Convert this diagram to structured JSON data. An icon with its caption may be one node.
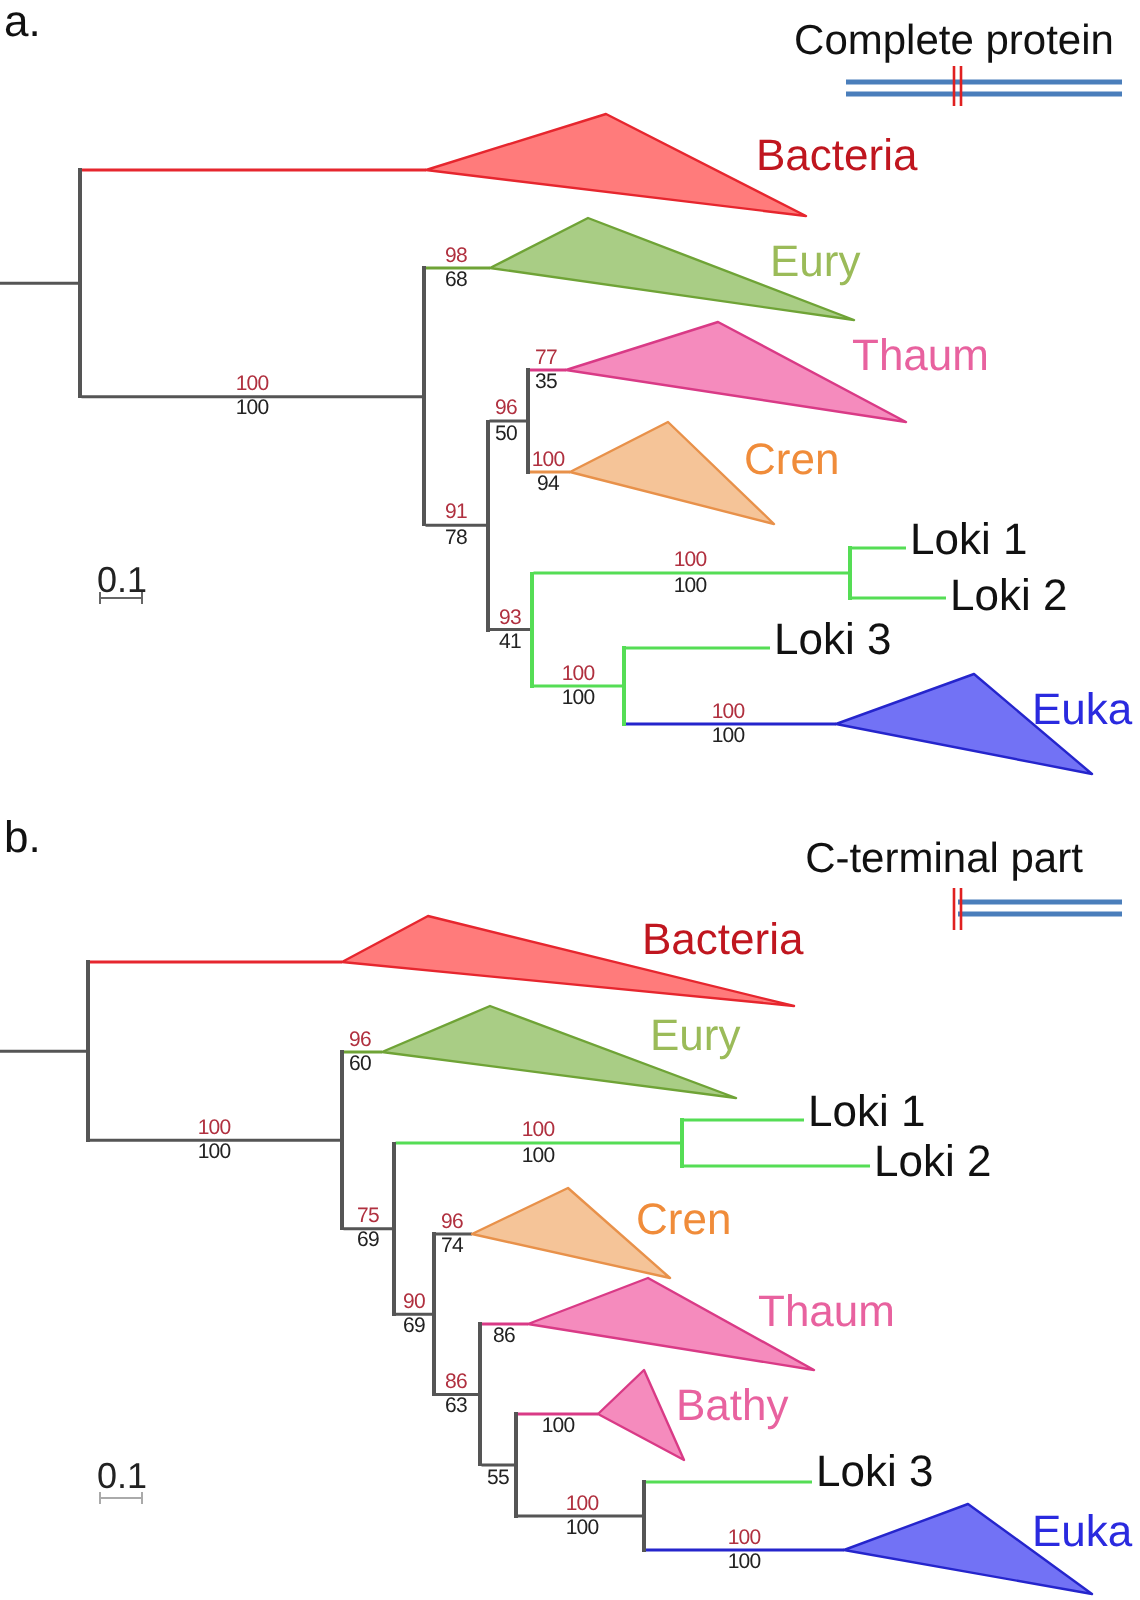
{
  "diagram": {
    "nodes": [
      {
        "text": [],
        "shape": "bar"
      },
      {
        "text": [
          "Bacteria"
        ]
      },
      {
        "text": [],
        "shape": "bar"
      },
      {
        "text": [
          "Eury"
        ]
      },
      {
        "text": [],
        "shape": "bar"
      },
      {
        "text": [],
        "shape": "bar"
      },
      {
        "text": [
          "Thaum"
        ]
      },
      {
        "text": [
          "Cren"
        ]
      },
      {
        "text": [],
        "shape": "bar"
      },
      {
        "text": [],
        "shape": "bar"
      },
      {
        "text": [
          "Loki 1"
        ]
      },
      {
        "text": [
          "Loki 2"
        ]
      },
      {
        "text": [],
        "shape": "bar"
      },
      {
        "text": [
          "Loki 3"
        ]
      },
      {
        "text": [
          "Euka"
        ]
      },
      {
        "text": [],
        "shape": "bar"
      },
      {
        "text": [
          "Bacteria"
        ]
      },
      {
        "text": [],
        "shape": "bar"
      },
      {
        "text": [
          "Eury"
        ]
      },
      {
        "text": [],
        "shape": "bar"
      },
      {
        "text": [],
        "shape": "bar"
      },
      {
        "text": [
          "Loki 1"
        ]
      },
      {
        "text": [
          "Loki 2"
        ]
      },
      {
        "text": [],
        "shape": "bar"
      },
      {
        "text": [
          "Cren"
        ]
      },
      {
        "text": [],
        "shape": "bar"
      },
      {
        "text": [
          "Thaum"
        ]
      },
      {
        "text": [],
        "shape": "bar"
      },
      {
        "text": [
          "Bathy"
        ]
      },
      {
        "text": [],
        "shape": "bar"
      },
      {
        "text": [
          "Loki 3"
        ]
      },
      {
        "text": [
          "Euka"
        ]
      }
    ],
    "edges": [
      {
        "from": null,
        "to": 0,
        "arrow": "none"
      },
      {
        "from": 0,
        "to": 1,
        "arrow": "none",
        "color": "#e6262e"
      },
      {
        "from": 0,
        "to": 2,
        "arrow": "none"
      },
      {
        "from": 2,
        "to": 3,
        "arrow": "none",
        "color": "#6fa336"
      },
      {
        "from": 2,
        "to": 4,
        "arrow": "none"
      },
      {
        "from": 4,
        "to": 5,
        "arrow": "none"
      },
      {
        "from": 4,
        "to": 8,
        "arrow": "none"
      },
      {
        "from": 5,
        "to": 6,
        "arrow": "none",
        "color": "#d93a86"
      },
      {
        "from": 5,
        "to": 7,
        "arrow": "none",
        "color": "#e8914a"
      },
      {
        "from": 8,
        "to": 9,
        "arrow": "none",
        "color": "#55dd55"
      },
      {
        "from": 8,
        "to": 12,
        "arrow": "none",
        "color": "#55dd55"
      },
      {
        "from": 9,
        "to": 10,
        "arrow": "none",
        "color": "#55dd55"
      },
      {
        "from": 9,
        "to": 11,
        "arrow": "none",
        "color": "#55dd55"
      },
      {
        "from": 12,
        "to": 13,
        "arrow": "none",
        "color": "#55dd55"
      },
      {
        "from": 12,
        "to": 14,
        "arrow": "none",
        "color": "#2525cc"
      },
      {
        "from": null,
        "to": 15,
        "arrow": "none"
      },
      {
        "from": 15,
        "to": 16,
        "arrow": "none",
        "color": "#e6262e"
      },
      {
        "from": 15,
        "to": 17,
        "arrow": "none"
      },
      {
        "from": 17,
        "to": 18,
        "arrow": "none",
        "color": "#6fa336"
      },
      {
        "from": 17,
        "to": 19,
        "arrow": "none"
      },
      {
        "from": 19,
        "to": 20,
        "arrow": "none",
        "color": "#55dd55"
      },
      {
        "from": 19,
        "to": 23,
        "arrow": "none"
      },
      {
        "from": 20,
        "to": 21,
        "arrow": "none",
        "color": "#55dd55"
      },
      {
        "from": 20,
        "to": 22,
        "arrow": "none",
        "color": "#55dd55"
      },
      {
        "from": 23,
        "to": 24,
        "arrow": "none"
      },
      {
        "from": 23,
        "to": 25,
        "arrow": "none"
      },
      {
        "from": 25,
        "to": 26,
        "arrow": "none",
        "color": "#d93a86"
      },
      {
        "from": 25,
        "to": 27,
        "arrow": "none"
      },
      {
        "from": 27,
        "to": 28,
        "arrow": "none",
        "color": "#d93a86"
      },
      {
        "from": 27,
        "to": 29,
        "arrow": "none"
      },
      {
        "from": 29,
        "to": 30,
        "arrow": "none",
        "color": "#55dd55"
      },
      {
        "from": 29,
        "to": 31,
        "arrow": "none",
        "color": "#2525cc"
      }
    ],
    "labels": [
      "a.",
      "Complete protein",
      "98",
      "68",
      "77",
      "35",
      "100",
      "100",
      "96",
      "50",
      "100",
      "94",
      "91",
      "78",
      "100",
      "100",
      "0.1",
      "93",
      "41",
      "100",
      "100",
      "100",
      "100",
      "b.",
      "C-terminal part",
      "96",
      "60",
      "100",
      "100",
      "100",
      "100",
      "75",
      "69",
      "96",
      "74",
      "90",
      "69",
      "86",
      "86",
      "63",
      "100",
      "55",
      "0.1",
      "100",
      "100",
      "100",
      "100"
    ]
  }
}
